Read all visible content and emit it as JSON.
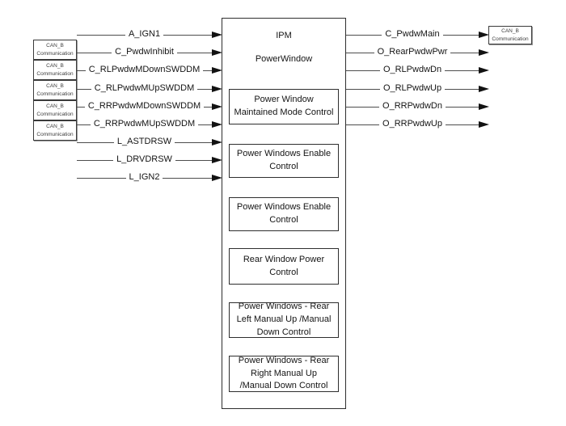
{
  "diagram": {
    "module": {
      "title": "IPM",
      "subtitle": "PowerWindow"
    },
    "blocks": [
      "Power Window Maintained Mode Control",
      "Power Windows Enable Control",
      "Power Windows Enable Control",
      "Rear Window Power Control",
      "Power Windows - Rear Left Manual Up /Manual Down Control",
      "Power Windows - Rear Right Manual Up /Manual Down Control"
    ],
    "inputs": [
      "A_IGN1",
      "C_PwdwInhibit",
      "C_RLPwdwMDownSWDDM",
      "C_RLPwdwMUpSWDDM",
      "C_RRPwdwMDownSWDDM",
      "C_RRPwdwMUpSWDDM",
      "L_ASTDRSW",
      "L_DRVDRSW",
      "L_IGN2"
    ],
    "outputs": [
      "C_PwdwMain",
      "O_RearPwdwPwr",
      "O_RLPwdwDn",
      "O_RLPwdwUp",
      "O_RRPwdwDn",
      "O_RRPwdwUp"
    ],
    "can_label": {
      "line1": "CAN_B",
      "line2": "Communication"
    },
    "colors": {
      "background": "#ffffff",
      "border": "#2e2e2e",
      "wire": "#4d4d4d",
      "text": "#141414"
    }
  }
}
